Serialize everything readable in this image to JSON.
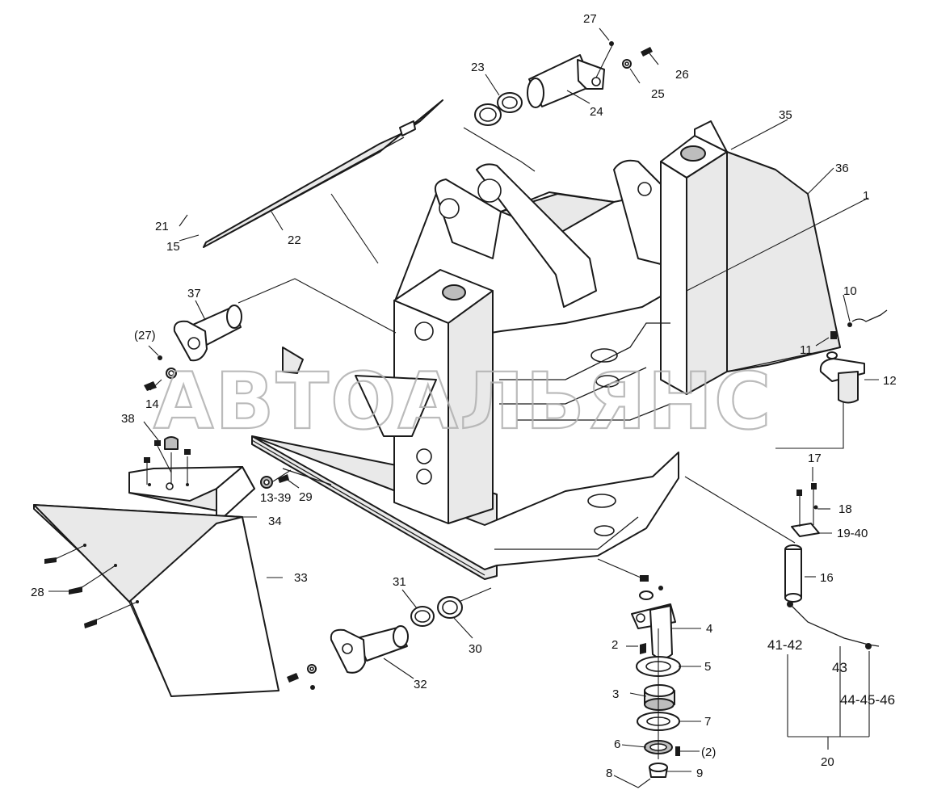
{
  "watermark": "АВТОАЛЬЯНС",
  "callouts": {
    "c1": "1",
    "c2": "2",
    "c2b": "(2)",
    "c3": "3",
    "c4": "4",
    "c5": "5",
    "c6": "6",
    "c7": "7",
    "c8": "8",
    "c9": "9",
    "c10": "10",
    "c11": "11",
    "c12": "12",
    "c13": "13-39",
    "c14": "14",
    "c15": "15",
    "c16": "16",
    "c17": "17",
    "c18": "18",
    "c19": "19-40",
    "c20": "20",
    "c21": "21",
    "c22": "22",
    "c23": "23",
    "c24": "24",
    "c25": "25",
    "c26": "26",
    "c27": "27",
    "c27b": "(27)",
    "c28": "28",
    "c29": "29",
    "c30": "30",
    "c31": "31",
    "c32": "32",
    "c33": "33",
    "c34": "34",
    "c35": "35",
    "c36": "36",
    "c37": "37",
    "c38": "38",
    "c41": "41-42",
    "c43": "43",
    "c44": "44-45-46"
  }
}
